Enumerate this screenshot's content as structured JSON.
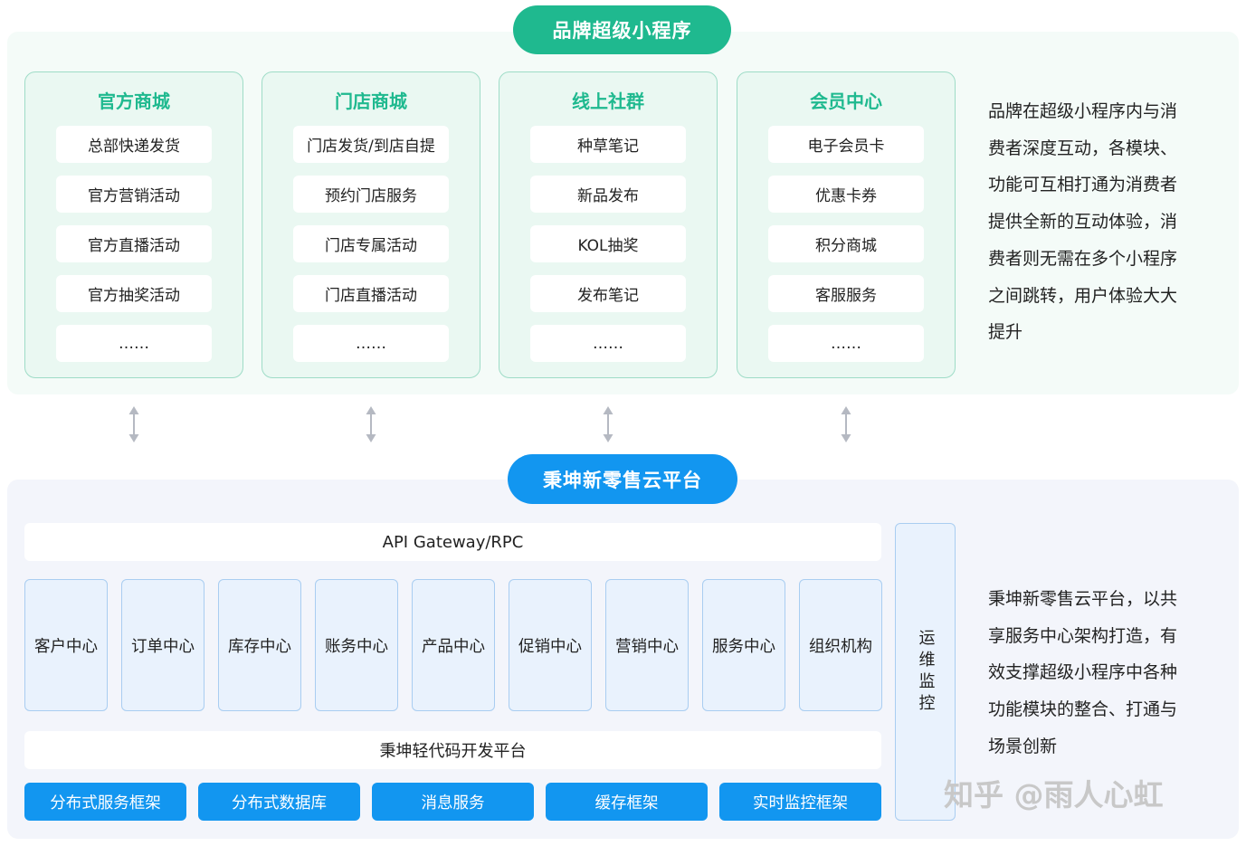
{
  "top": {
    "title": "品牌超级小程序",
    "modules": [
      {
        "title": "官方商城",
        "items": [
          "总部快递发货",
          "官方营销活动",
          "官方直播活动",
          "官方抽奖活动",
          "……"
        ]
      },
      {
        "title": "门店商城",
        "items": [
          "门店发货/到店自提",
          "预约门店服务",
          "门店专属活动",
          "门店直播活动",
          "……"
        ]
      },
      {
        "title": "线上社群",
        "items": [
          "种草笔记",
          "新品发布",
          "KOL抽奖",
          "发布笔记",
          "……"
        ]
      },
      {
        "title": "会员中心",
        "items": [
          "电子会员卡",
          "优惠卡券",
          "积分商城",
          "客服服务",
          "……"
        ]
      }
    ],
    "description": [
      "品牌在超级小程序内与消",
      "费者深度互动，各模块、",
      "功能可互相打通为消费者",
      "提供全新的互动体验，消",
      "费者则无需在多个小程序",
      "之间跳转，用户体验大大",
      "提升"
    ]
  },
  "bottom": {
    "title": "秉坤新零售云平台",
    "gateway": "API Gateway/RPC",
    "centers": [
      "客户中心",
      "订单中心",
      "库存中心",
      "账务中心",
      "产品中心",
      "促销中心",
      "营销中心",
      "服务中心",
      "组织机构"
    ],
    "lowcode": "秉坤轻代码开发平台",
    "infra": [
      "分布式服务框架",
      "分布式数据库",
      "消息服务",
      "缓存框架",
      "实时监控框架"
    ],
    "ops": "运维监控",
    "description": [
      "秉坤新零售云平台，以共",
      "享服务中心架构打造，有",
      "效支撑超级小程序中各种",
      "功能模块的整合、打通与",
      "场景创新"
    ]
  },
  "watermark": "知乎 @雨人心虹",
  "colors": {
    "green": "#1fb98f",
    "blue": "#1296f0"
  }
}
